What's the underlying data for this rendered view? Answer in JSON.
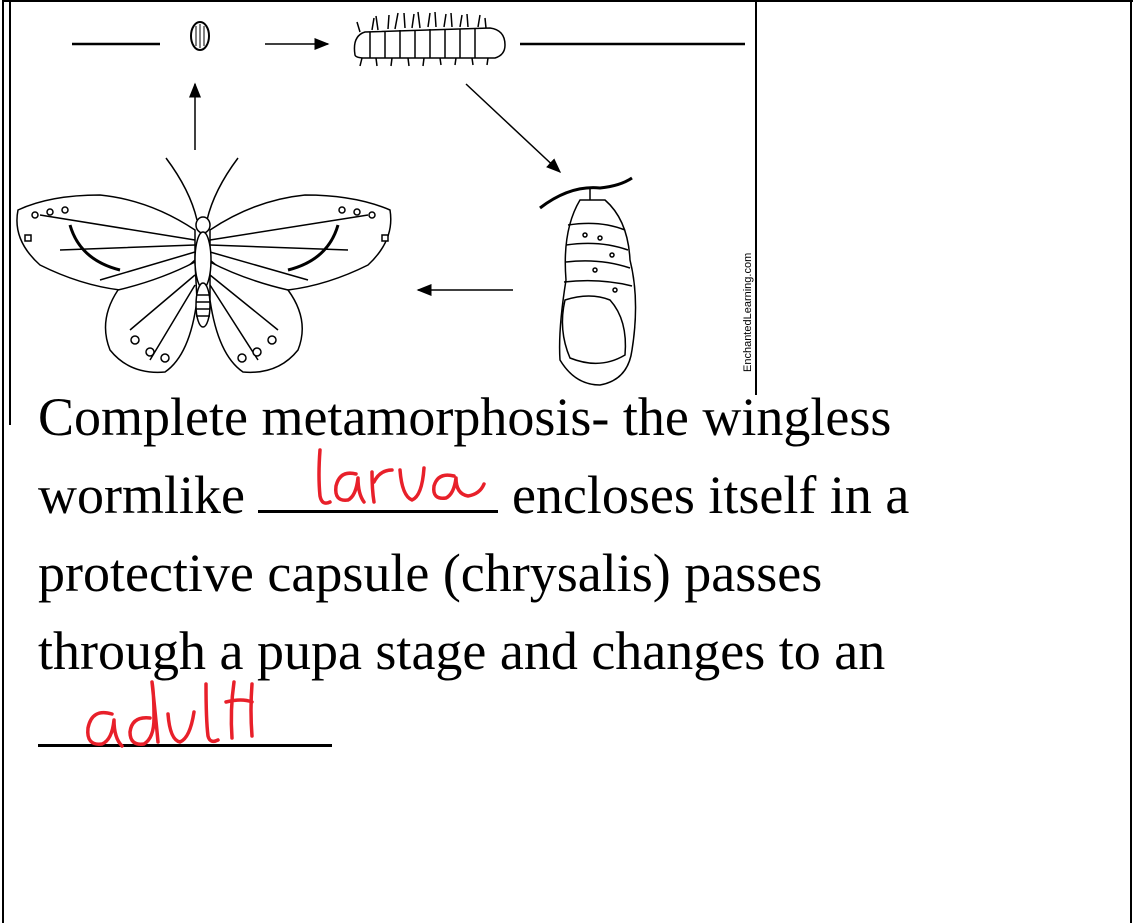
{
  "diagram": {
    "watermark": "EnchantedLearning.com"
  },
  "body": {
    "line1": "Complete metamorphosis- the wingless",
    "line2_start": "wormlike ",
    "line2_end": " encloses itself in a",
    "line3": "protective capsule (chrysalis) passes",
    "line4": "through a pupa stage and changes to an"
  },
  "answers": {
    "blank1": "larva",
    "blank2": "adult",
    "ink_color": "#e8202a"
  }
}
